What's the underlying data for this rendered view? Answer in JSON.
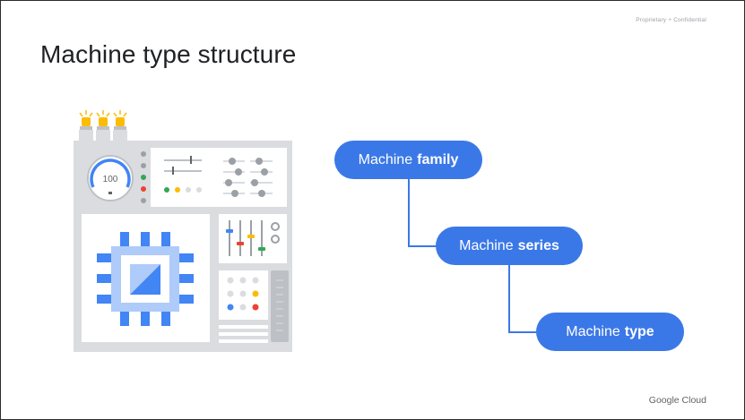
{
  "slide": {
    "confidential": "Proprietary + Confidential",
    "title": "Machine type structure",
    "footer": "Google Cloud",
    "accent_color": "#3b78e7"
  },
  "illustration": {
    "icon": "server-hardware-icon",
    "gauge_value": "100"
  },
  "hierarchy": [
    {
      "prefix": "Machine",
      "bold": "family"
    },
    {
      "prefix": "Machine",
      "bold": "series"
    },
    {
      "prefix": "Machine",
      "bold": "type"
    }
  ]
}
